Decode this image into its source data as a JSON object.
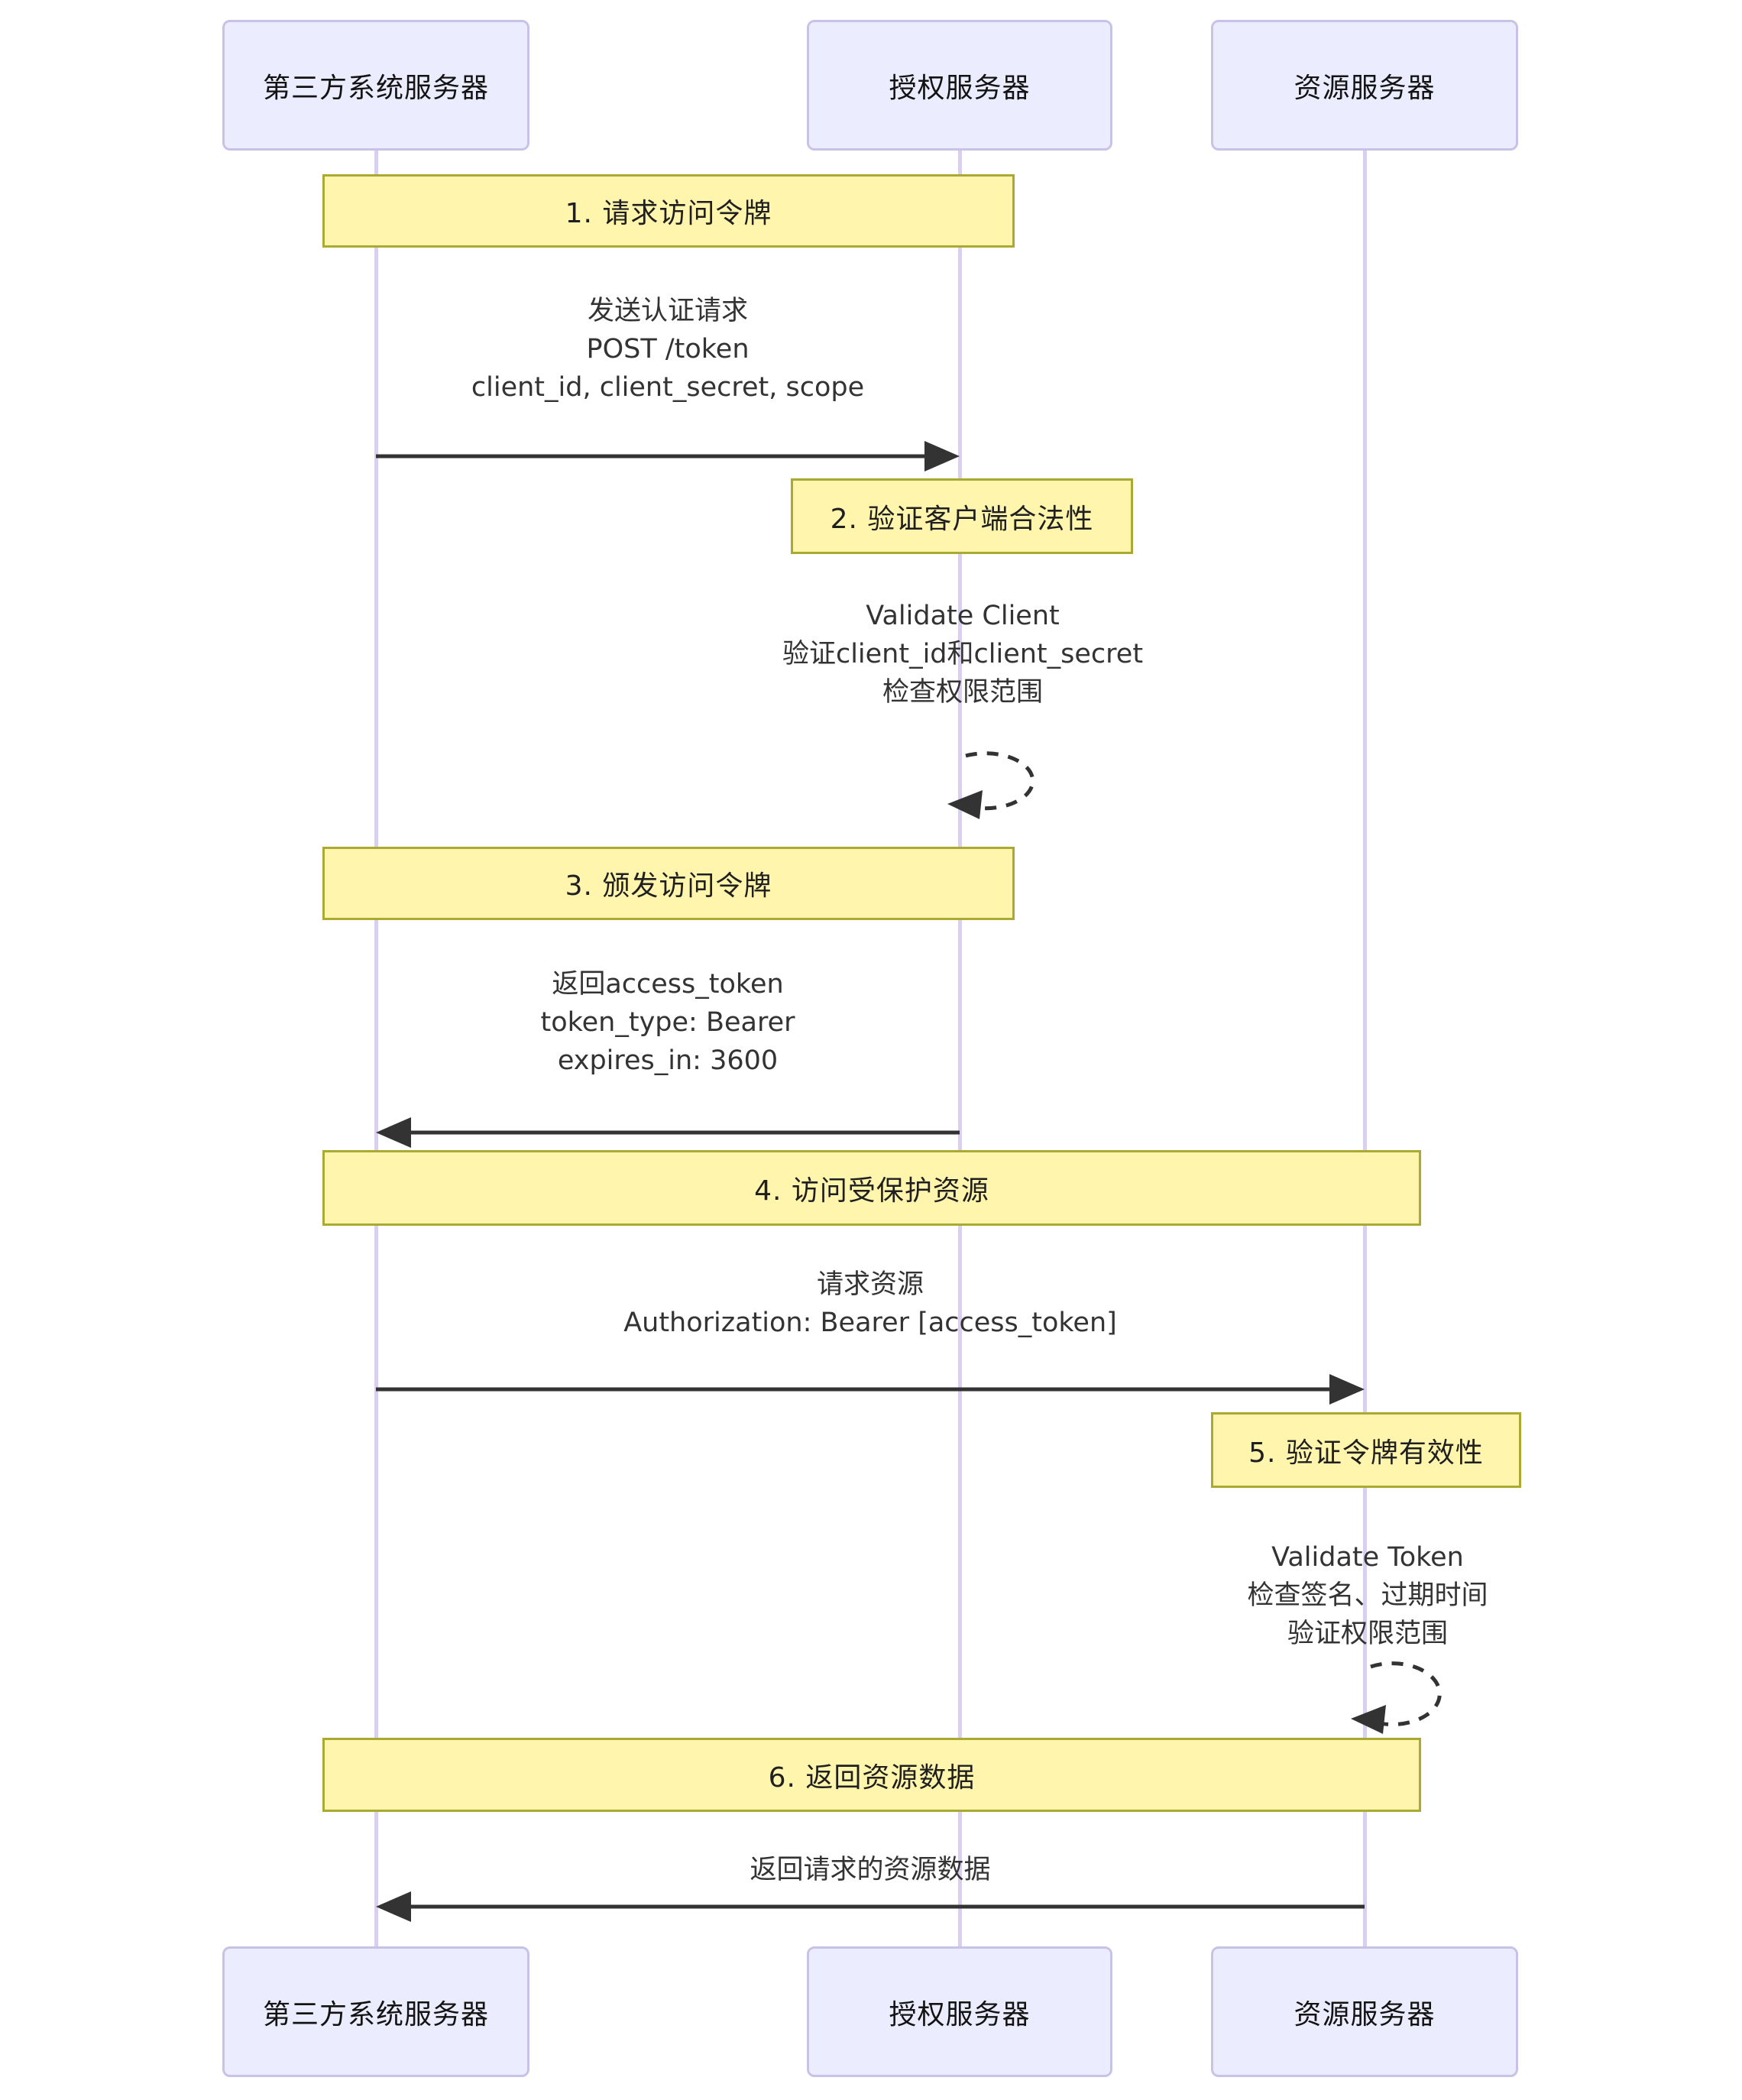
{
  "diagram": {
    "kind": "sequence-diagram",
    "colors": {
      "actor_fill": "#ECECFF",
      "actor_border": "#C9C2E8",
      "note_fill": "#FFF5AD",
      "note_border": "#AAAA33",
      "lifeline": "#D8D0EE",
      "arrow": "#333333",
      "text": "#333333"
    },
    "actors": [
      {
        "name": "第三方系统服务器"
      },
      {
        "name": "授权服务器"
      },
      {
        "name": "资源服务器"
      }
    ],
    "notes": [
      {
        "label": "1. 请求访问令牌",
        "over": [
          "第三方系统服务器",
          "授权服务器"
        ]
      },
      {
        "label": "2. 验证客户端合法性",
        "over": [
          "授权服务器"
        ]
      },
      {
        "label": "3. 颁发访问令牌",
        "over": [
          "第三方系统服务器",
          "授权服务器"
        ]
      },
      {
        "label": "4. 访问受保护资源",
        "over": [
          "第三方系统服务器",
          "资源服务器"
        ]
      },
      {
        "label": "5. 验证令牌有效性",
        "over": [
          "资源服务器"
        ]
      },
      {
        "label": "6. 返回资源数据",
        "over": [
          "第三方系统服务器",
          "资源服务器"
        ]
      }
    ],
    "messages": [
      {
        "from": "第三方系统服务器",
        "to": "授权服务器",
        "arrow": "solid-right",
        "lines": [
          "发送认证请求",
          "POST /token",
          "client_id, client_secret, scope"
        ]
      },
      {
        "from": "授权服务器",
        "to": "授权服务器",
        "arrow": "dashed-self",
        "lines": [
          "Validate Client",
          "验证client_id和client_secret",
          "检查权限范围"
        ]
      },
      {
        "from": "授权服务器",
        "to": "第三方系统服务器",
        "arrow": "solid-left",
        "lines": [
          "返回access_token",
          "token_type: Bearer",
          "expires_in: 3600"
        ]
      },
      {
        "from": "第三方系统服务器",
        "to": "资源服务器",
        "arrow": "solid-right",
        "lines": [
          "请求资源",
          "Authorization: Bearer [access_token]"
        ]
      },
      {
        "from": "资源服务器",
        "to": "资源服务器",
        "arrow": "dashed-self",
        "lines": [
          "Validate Token",
          "检查签名、过期时间",
          "验证权限范围"
        ]
      },
      {
        "from": "资源服务器",
        "to": "第三方系统服务器",
        "arrow": "solid-left",
        "lines": [
          "返回请求的资源数据"
        ]
      }
    ]
  }
}
